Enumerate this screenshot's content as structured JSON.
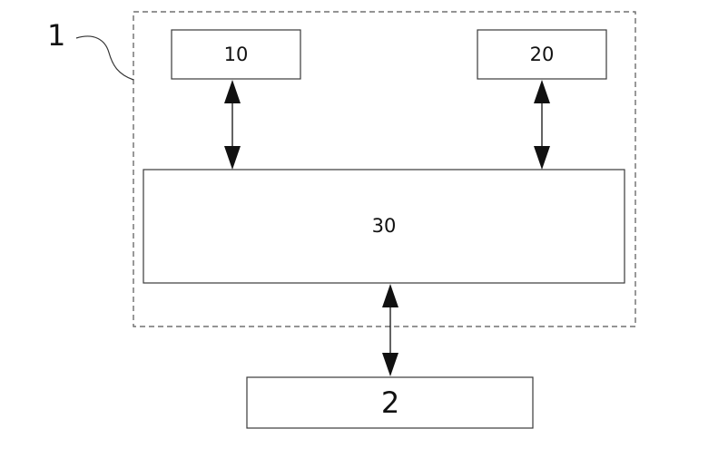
{
  "diagram": {
    "system_ref": "1",
    "blocks": {
      "block_10": "10",
      "block_20": "20",
      "block_30": "30",
      "block_2": "2"
    },
    "connections": [
      {
        "between": [
          "10",
          "30"
        ],
        "direction": "bidirectional"
      },
      {
        "between": [
          "20",
          "30"
        ],
        "direction": "bidirectional"
      },
      {
        "between": [
          "30",
          "2"
        ],
        "direction": "bidirectional"
      }
    ],
    "colors": {
      "stroke": "#3a3a3a",
      "arrow": "#111111",
      "background": "#ffffff"
    }
  }
}
